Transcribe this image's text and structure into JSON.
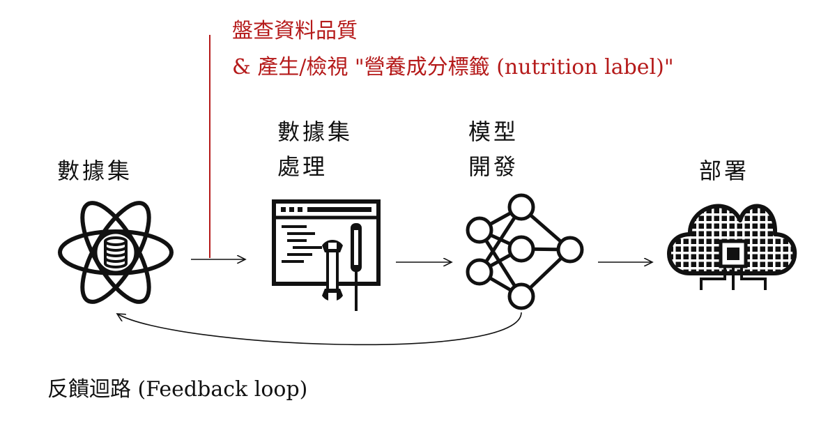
{
  "annotation": {
    "line1": "盤查資料品質",
    "line2": "& 產生/檢視 \"營養成分標籤 (nutrition label)\"",
    "color": "#b51a1a"
  },
  "stages": [
    {
      "line1": "數據集",
      "icon": "atom-database-icon"
    },
    {
      "line1": "數據集",
      "line2": "處理",
      "icon": "code-window-tools-icon"
    },
    {
      "line1": "模型",
      "line2": "開發",
      "icon": "neural-network-icon"
    },
    {
      "line1": "部署",
      "icon": "cloud-chip-icon"
    }
  ],
  "feedback": {
    "label": "反饋迴路 (Feedback loop)"
  }
}
